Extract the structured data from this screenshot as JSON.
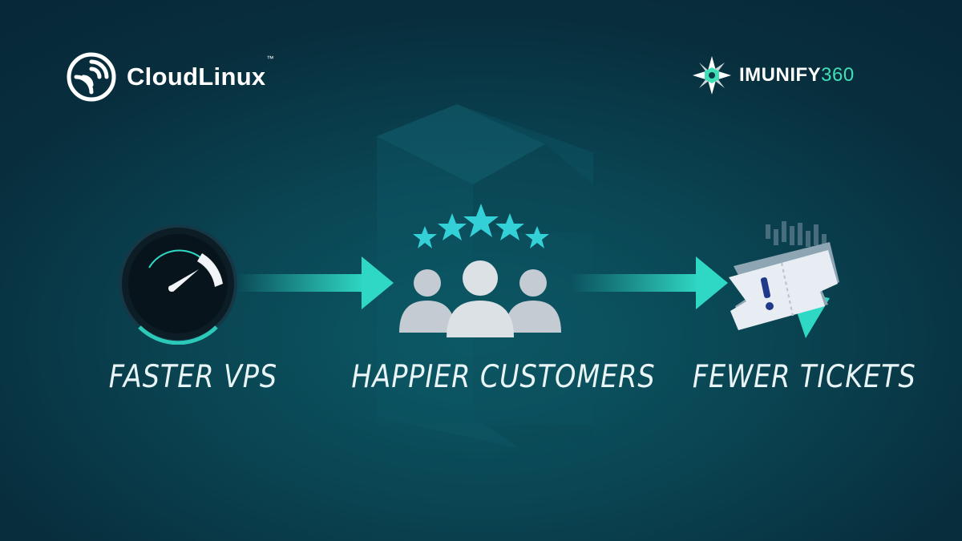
{
  "brand_left": {
    "name": "CloudLinux",
    "trademark": "™"
  },
  "brand_right": {
    "name": "IMUNIFY",
    "number": "360"
  },
  "captions": {
    "faster_vps": "FASTER VPS",
    "happier_customers": "HAPPIER CUSTOMERS",
    "fewer_tickets": "FEWER TICKETS"
  },
  "rating_stars": 5,
  "icons": [
    "speedometer-icon",
    "customers-icon",
    "ticket-icon"
  ],
  "colors": {
    "accent": "#2fd8c4",
    "brand_green": "#3fe0b8",
    "text": "#e9f4f6"
  }
}
